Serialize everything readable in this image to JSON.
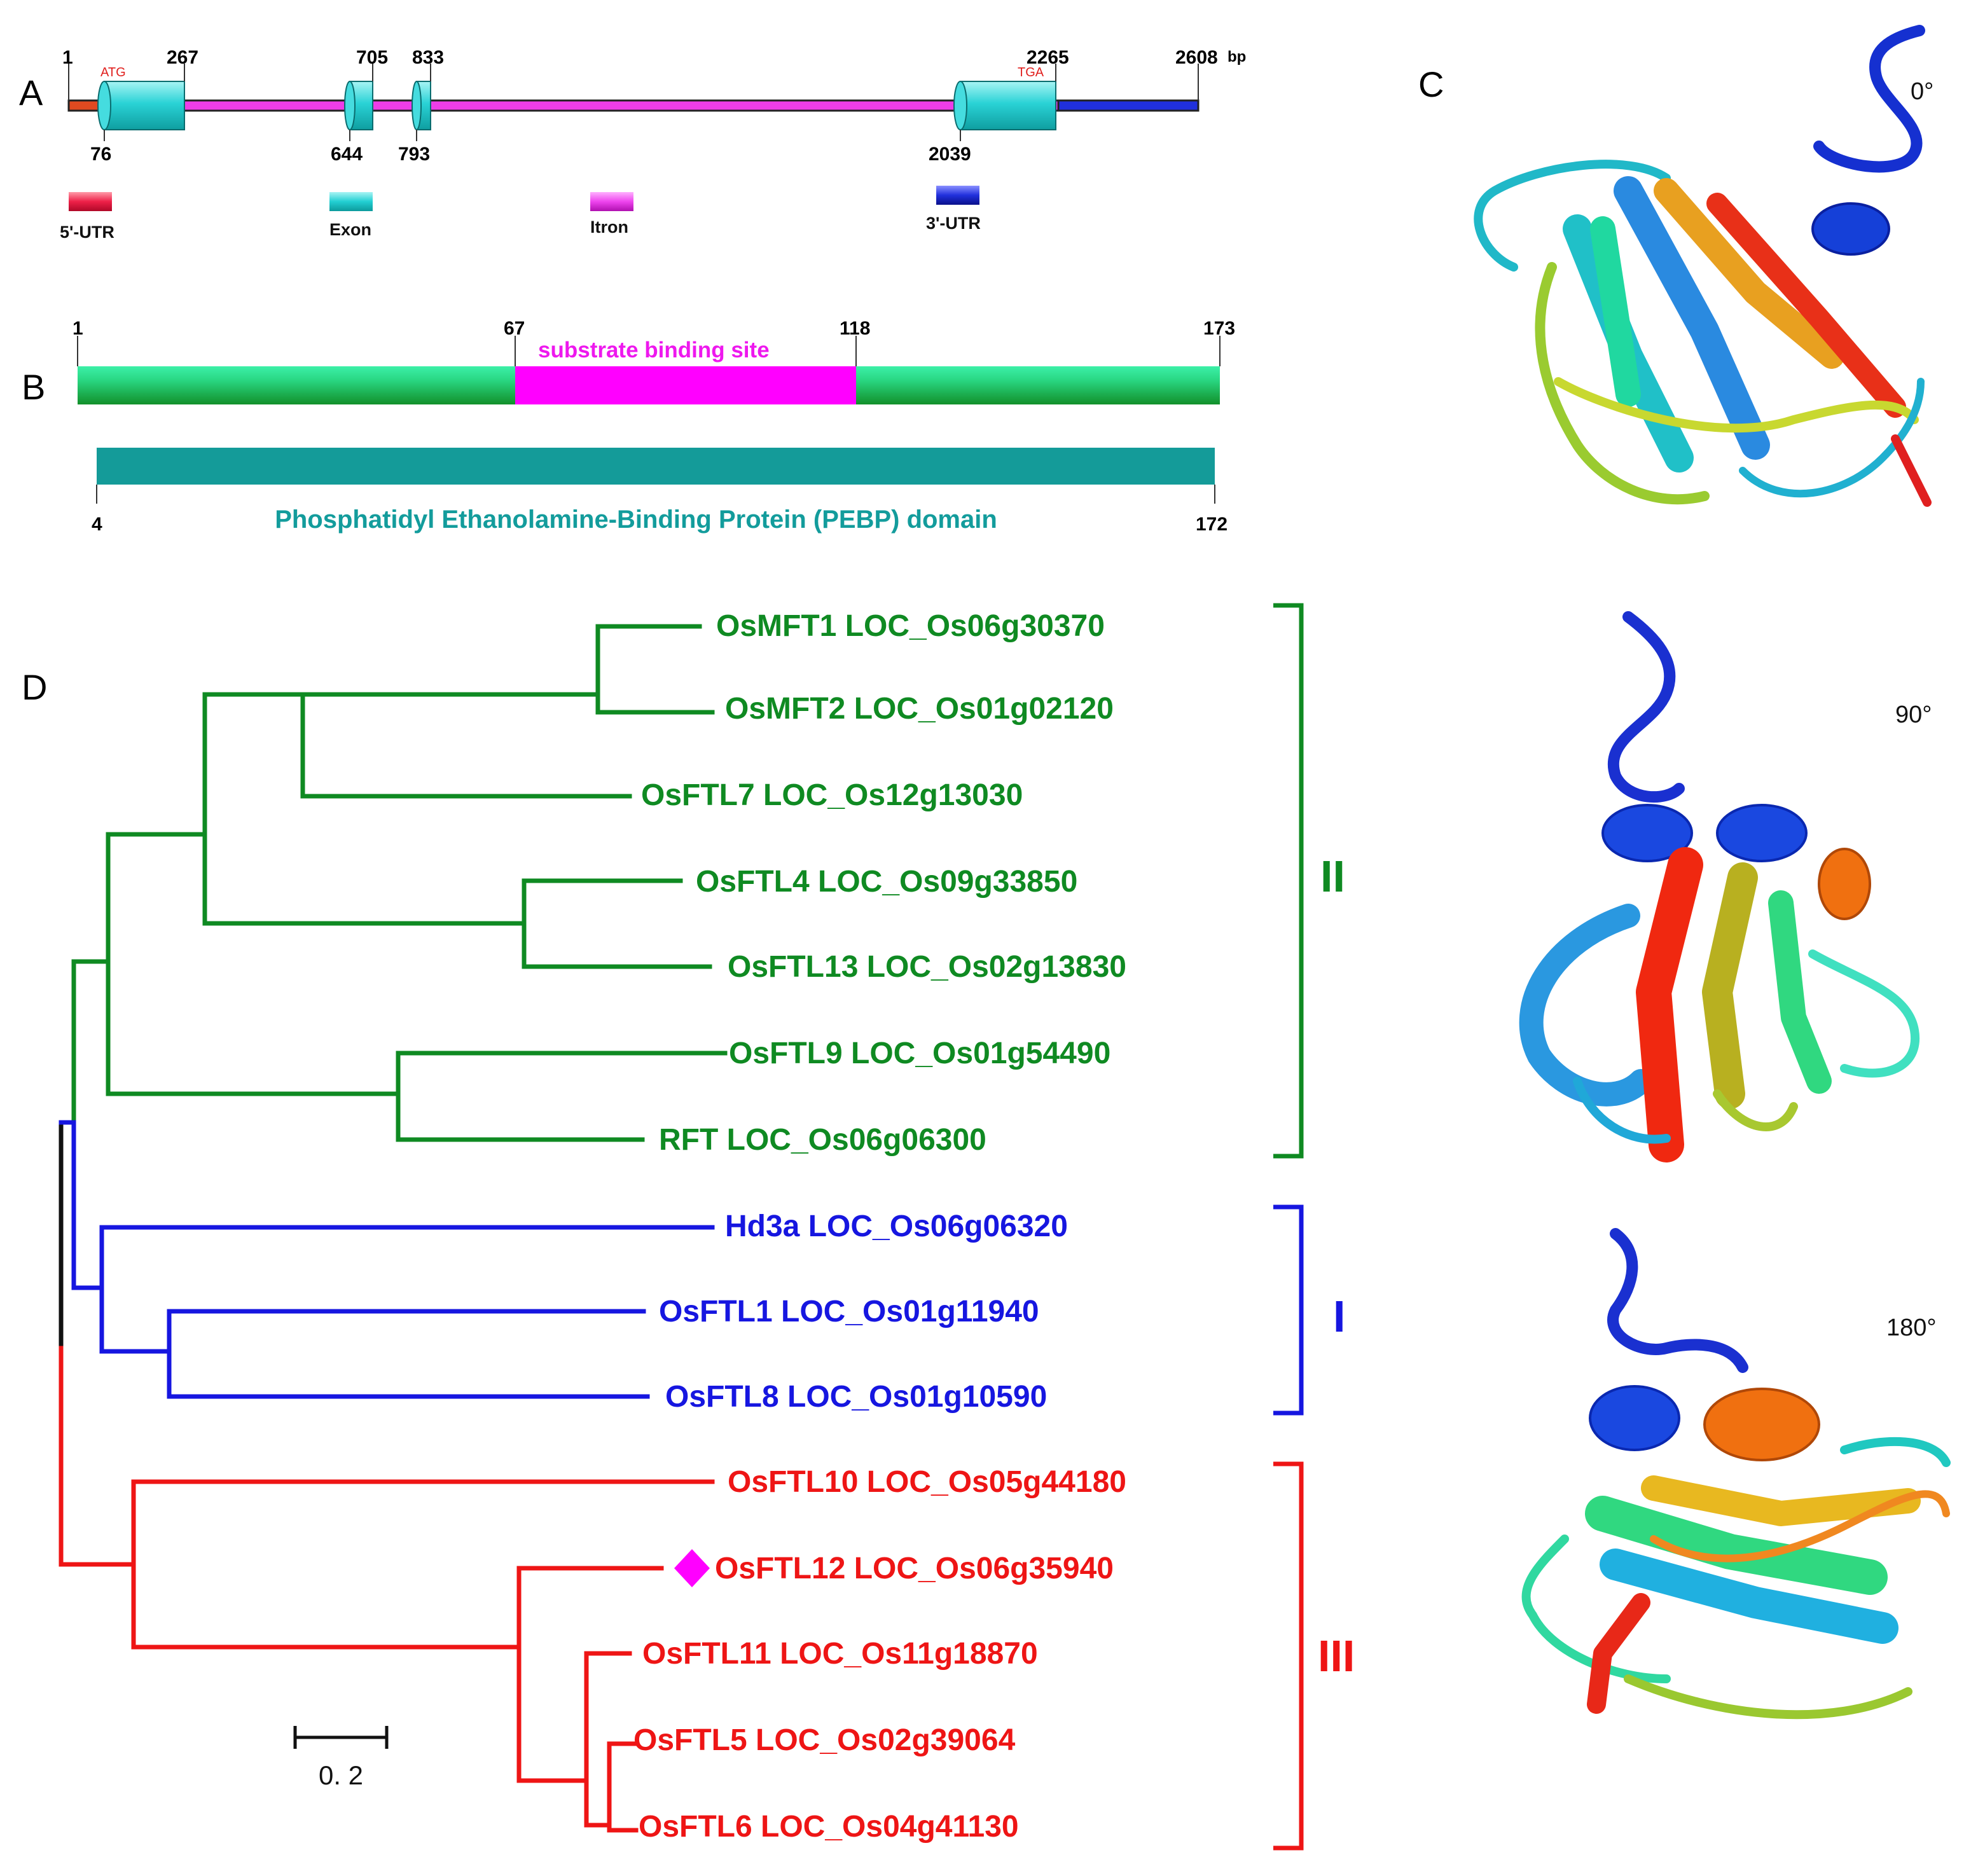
{
  "panel_labels": {
    "a": "A",
    "b": "B",
    "c": "C",
    "d": "D"
  },
  "gene_structure": {
    "top_positions": [
      "1",
      "267",
      "705",
      "833",
      "2265",
      "2608"
    ],
    "unit": "bp",
    "bottom_positions": [
      "76",
      "644",
      "793",
      "2039"
    ],
    "start_codon": "ATG",
    "stop_codon": "TGA",
    "legend": [
      {
        "label": "5'-UTR",
        "color": "#e8193e"
      },
      {
        "label": "Exon",
        "color": "#17c9cc"
      },
      {
        "label": "Itron",
        "color": "#ee3de8"
      },
      {
        "label": "3'-UTR",
        "color": "#1420c8"
      }
    ]
  },
  "protein": {
    "top_positions": [
      "1",
      "67",
      "118",
      "173"
    ],
    "binding_site_label": "substrate binding site",
    "domain_start": "4",
    "domain_end": "172",
    "domain_label": "Phosphatidyl Ethanolamine-Binding Protein (PEBP) domain",
    "colors": {
      "protein_bar": "#27c466",
      "binding_site": "#ff00ff",
      "domain_bar": "#149b99"
    }
  },
  "structure_views": {
    "angles": [
      "0°",
      "90°",
      "180°"
    ]
  },
  "tree": {
    "scale_label": "0. 2",
    "leaves": [
      {
        "label": "OsMFT1 LOC_Os06g30370",
        "clade": "II"
      },
      {
        "label": "OsMFT2 LOC_Os01g02120",
        "clade": "II"
      },
      {
        "label": "OsFTL7 LOC_Os12g13030",
        "clade": "II"
      },
      {
        "label": "OsFTL4 LOC_Os09g33850",
        "clade": "II"
      },
      {
        "label": "OsFTL13 LOC_Os02g13830",
        "clade": "II"
      },
      {
        "label": "OsFTL9 LOC_Os01g54490",
        "clade": "II"
      },
      {
        "label": "RFT LOC_Os06g06300",
        "clade": "II"
      },
      {
        "label": "Hd3a LOC_Os06g06320",
        "clade": "I"
      },
      {
        "label": "OsFTL1 LOC_Os01g11940",
        "clade": "I"
      },
      {
        "label": "OsFTL8 LOC_Os01g10590",
        "clade": "I"
      },
      {
        "label": "OsFTL10 LOC_Os05g44180",
        "clade": "III"
      },
      {
        "label": "OsFTL12 LOC_Os06g35940",
        "clade": "III",
        "marker": "diamond"
      },
      {
        "label": "OsFTL11 LOC_Os11g18870",
        "clade": "III"
      },
      {
        "label": "OsFTL5 LOC_Os02g39064",
        "clade": "III"
      },
      {
        "label": "OsFTL6 LOC_Os04g41130",
        "clade": "III"
      }
    ],
    "clades": [
      {
        "name": "II",
        "color": "#0f8a22"
      },
      {
        "name": "I",
        "color": "#1616e0"
      },
      {
        "name": "III",
        "color": "#ee1515"
      }
    ],
    "marker_color": "#ff00ff"
  }
}
